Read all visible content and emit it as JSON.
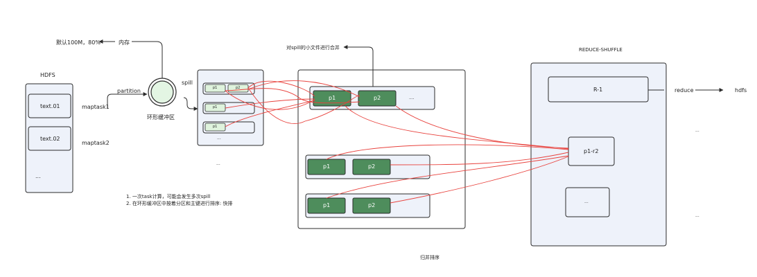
{
  "hdfs": {
    "title": "HDFS",
    "files": [
      "text.01",
      "text.02"
    ],
    "ellipsis": "...",
    "maptasks": [
      "maptask1",
      "maptask2"
    ]
  },
  "memory": {
    "partition_label": "partition",
    "buffer_label": "环形缓冲区",
    "memory_label": "内存",
    "default_note": "默认100M，80%",
    "spill_label": "spill"
  },
  "spill_files": {
    "row1": [
      "p1",
      "p2"
    ],
    "row2": [
      "p1"
    ],
    "row3": [
      "p1"
    ],
    "ellipsis": "...",
    "below_ellipsis": "..."
  },
  "notes": [
    "1. 一次task计算，可能会发生多次spill",
    "2. 在环形缓冲区中按着分区和主键进行排序: 快排"
  ],
  "merge": {
    "top_label": "对spill的小文件进行合并",
    "bottom_label": "归并排序",
    "rows": [
      {
        "cells": [
          "p1",
          "p2"
        ],
        "ellipsis": "...."
      },
      {
        "cells": [
          "p1",
          "p2"
        ]
      },
      {
        "cells": [
          "p1",
          "p2"
        ]
      }
    ]
  },
  "reduce": {
    "title": "REDUCE-SHUFFLE",
    "r1": "R-1",
    "pr": "p1-r2",
    "ellipsis_box": "...",
    "reduce_label": "reduce",
    "output": "hdfs",
    "side_ellipsis_1": "...",
    "side_ellipsis_2": "..."
  },
  "colors": {
    "panel_fill": "#eef2fa",
    "cell_green": "#4e8d5c",
    "cell_light_green": "#dff3dd",
    "circle_fill": "#e3f5e3",
    "link_red": "#e8413c",
    "line": "#2b2b2b"
  }
}
